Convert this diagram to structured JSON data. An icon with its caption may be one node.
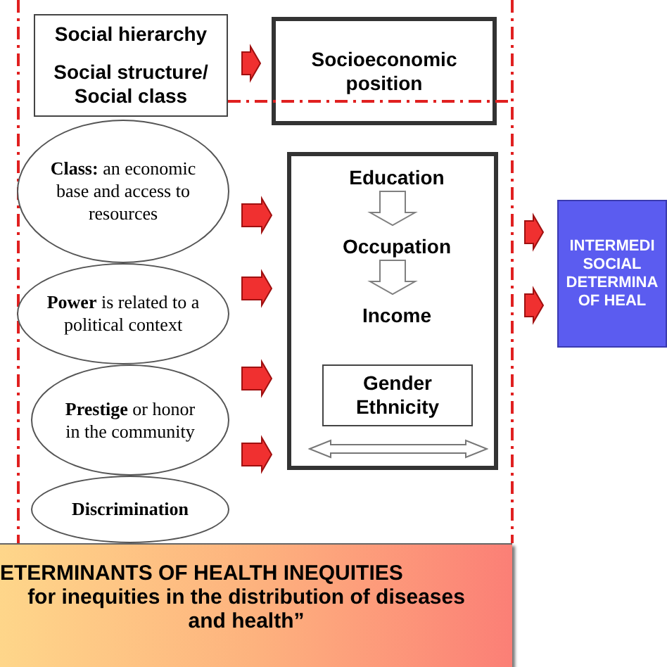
{
  "diagram": {
    "nodes": [
      {
        "text": [
          "Social hierarchy",
          "Social structure/ Social class"
        ]
      },
      {
        "text": [
          "Socioeconomic position"
        ]
      },
      {
        "text": [
          "**Class:** an economic base and access to resources"
        ]
      },
      {
        "text": [
          "**Power** is related to a political context"
        ]
      },
      {
        "text": [
          "**Prestige** or honor in the community"
        ]
      },
      {
        "text": [
          "**Discrimination**"
        ]
      },
      {
        "text": [],
        "shape": "box"
      },
      {
        "text": [
          "Education"
        ],
        "in": 6
      },
      {
        "text": [
          "Occupation"
        ],
        "in": 6
      },
      {
        "text": [
          "Income"
        ],
        "in": 6
      },
      {
        "text": [
          "Gender Ethnicity"
        ],
        "in": 6
      },
      {
        "text": [
          "INTERMEDI SOCIAL DETERMINA OF HEAL"
        ]
      },
      {
        "text": [
          "ETERMINANTS OF HEALTH INEQUITIES",
          "for inequities in the distribution of diseases and health”"
        ]
      }
    ],
    "edges": [
      {
        "from": 0,
        "to": 1,
        "arrow": "to"
      },
      {
        "from": 2,
        "to": 6,
        "arrow": "to"
      },
      {
        "from": 3,
        "to": 6,
        "arrow": "to"
      },
      {
        "from": 4,
        "to": 6,
        "arrow": "to"
      },
      {
        "from": 5,
        "to": 6,
        "arrow": "to"
      },
      {
        "from": 6,
        "to": 11,
        "arrow": "to"
      },
      {
        "from": 6,
        "to": 11,
        "arrow": "to"
      },
      {
        "from": 7,
        "to": 8,
        "arrow": "to",
        "color": "#808080"
      },
      {
        "from": 8,
        "to": 9,
        "arrow": "to",
        "color": "#808080"
      }
    ]
  }
}
